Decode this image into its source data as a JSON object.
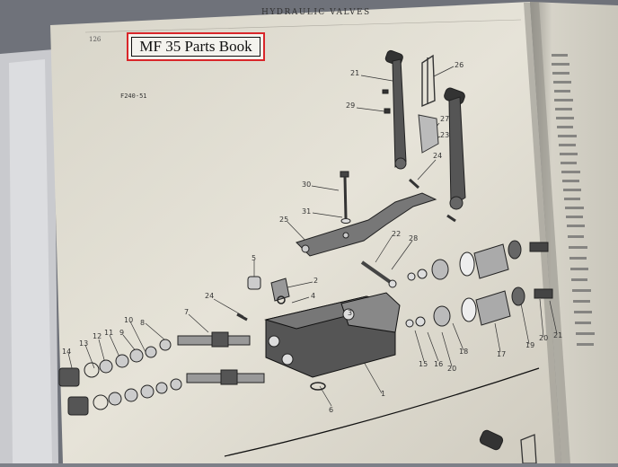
{
  "page": {
    "header": "HYDRAULIC VALVES",
    "page_number": "126",
    "figure_code": "F240-51",
    "label": "MF 35 Parts Book"
  },
  "callouts": [
    {
      "id": "c21",
      "text": "21"
    },
    {
      "id": "c26",
      "text": "26"
    },
    {
      "id": "c29",
      "text": "29"
    },
    {
      "id": "c27",
      "text": "27"
    },
    {
      "id": "c23",
      "text": "23"
    },
    {
      "id": "c24a",
      "text": "24"
    },
    {
      "id": "c30",
      "text": "30"
    },
    {
      "id": "c31",
      "text": "31"
    },
    {
      "id": "c25",
      "text": "25"
    },
    {
      "id": "c22",
      "text": "22"
    },
    {
      "id": "c28",
      "text": "28"
    },
    {
      "id": "c5",
      "text": "5"
    },
    {
      "id": "c2",
      "text": "2"
    },
    {
      "id": "c4",
      "text": "4"
    },
    {
      "id": "c3",
      "text": "3"
    },
    {
      "id": "c24b",
      "text": "24"
    },
    {
      "id": "c7",
      "text": "7"
    },
    {
      "id": "c8",
      "text": "8"
    },
    {
      "id": "c10",
      "text": "10"
    },
    {
      "id": "c9",
      "text": "9"
    },
    {
      "id": "c11",
      "text": "11"
    },
    {
      "id": "c12",
      "text": "12"
    },
    {
      "id": "c13",
      "text": "13"
    },
    {
      "id": "c14",
      "text": "14"
    },
    {
      "id": "c6",
      "text": "6"
    },
    {
      "id": "c1",
      "text": "1"
    },
    {
      "id": "c15",
      "text": "15"
    },
    {
      "id": "c16",
      "text": "16"
    },
    {
      "id": "c20a",
      "text": "20"
    },
    {
      "id": "c18",
      "text": "18"
    },
    {
      "id": "c17",
      "text": "17"
    },
    {
      "id": "c19",
      "text": "19"
    },
    {
      "id": "c20b",
      "text": "20"
    },
    {
      "id": "c21b",
      "text": "21"
    }
  ]
}
